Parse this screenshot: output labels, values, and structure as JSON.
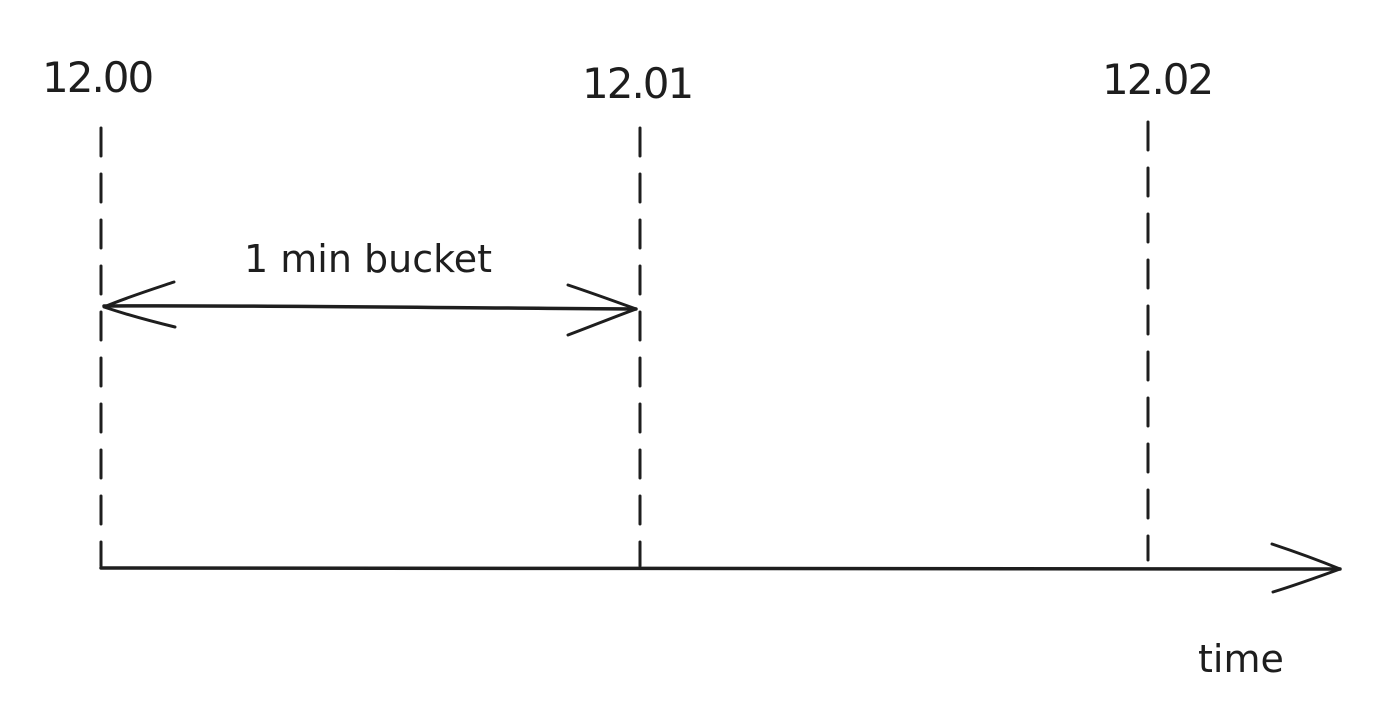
{
  "diagram": {
    "ticks": [
      {
        "label": "12.00"
      },
      {
        "label": "12.01"
      },
      {
        "label": "12.02"
      }
    ],
    "bucket": {
      "label": "1 min bucket"
    },
    "axis": {
      "label": "time"
    },
    "colors": {
      "ink": "#1e1e1e",
      "background": "#ffffff"
    }
  }
}
